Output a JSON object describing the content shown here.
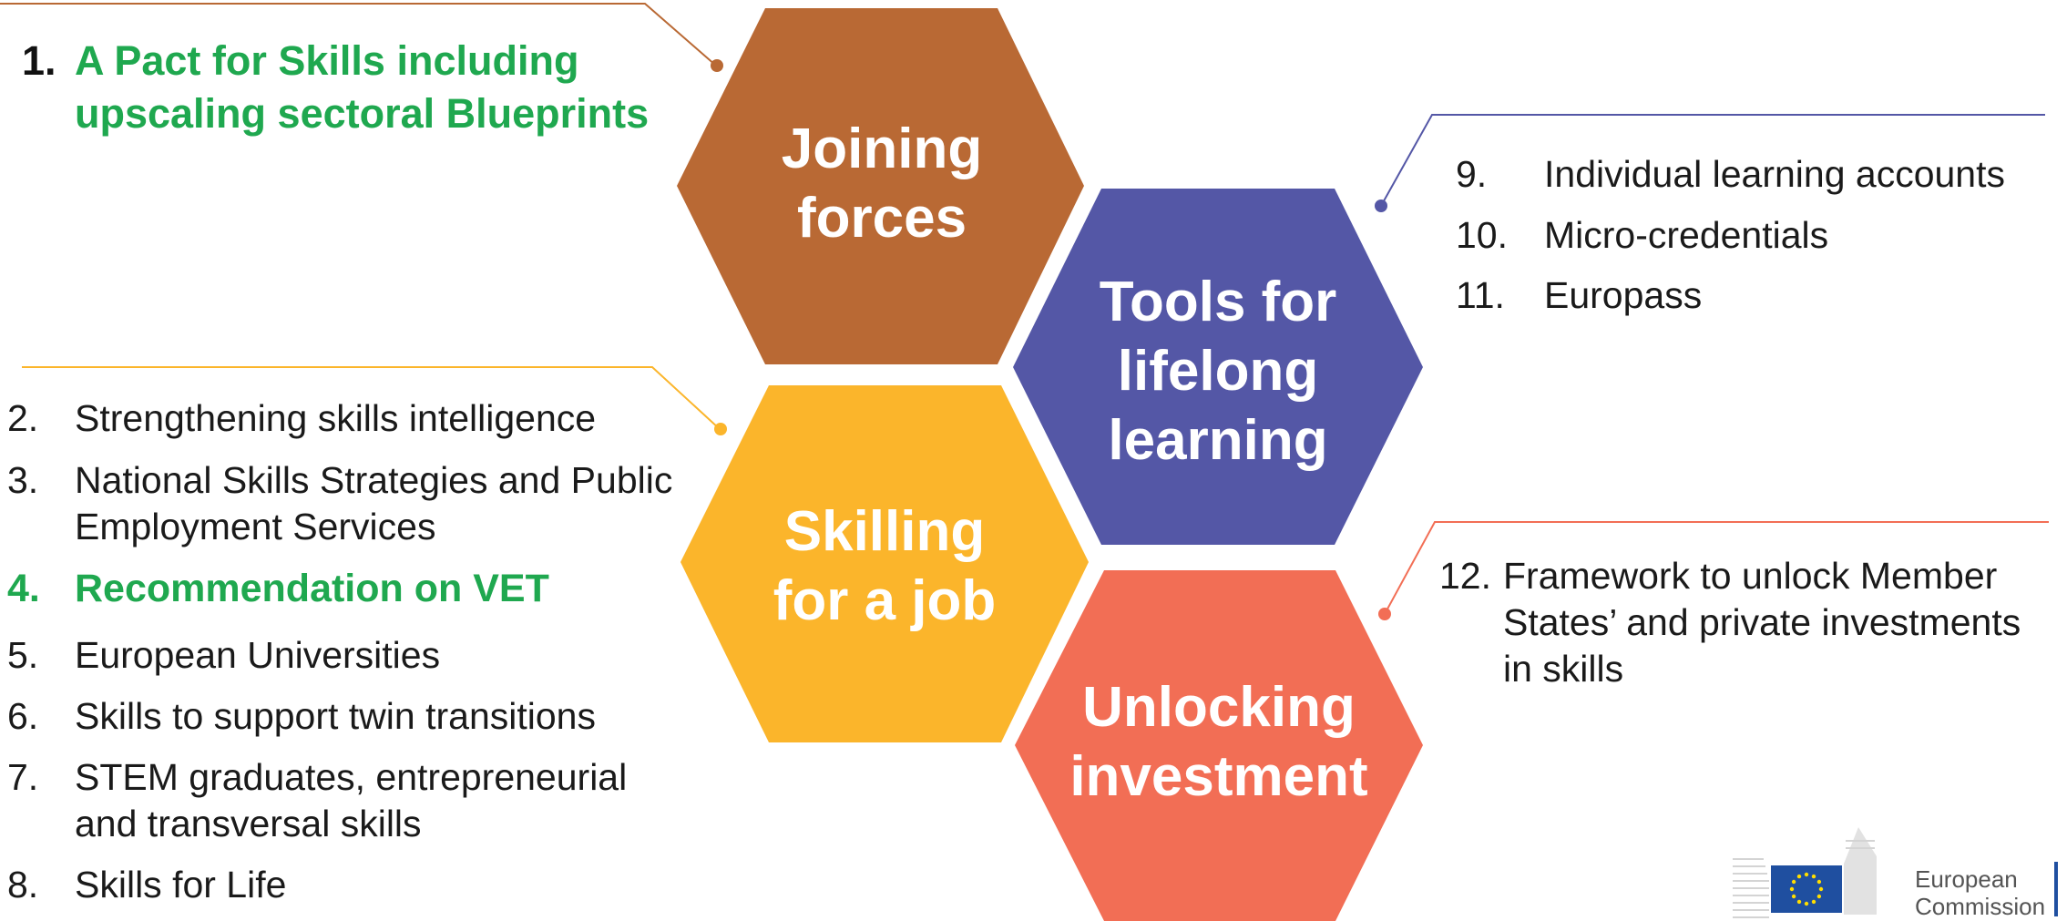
{
  "colors": {
    "joining": "#b96934",
    "tools": "#5457a6",
    "skilling": "#fbb52b",
    "unlocking": "#f26e55",
    "highlight": "#1fa84f",
    "eu_blue": "#1f4fa0",
    "eu_star": "#ffdd00"
  },
  "hexagons": {
    "joining": [
      "Joining",
      "forces"
    ],
    "tools": [
      "Tools for",
      "lifelong",
      "learning"
    ],
    "skilling": [
      "Skilling",
      "for a job"
    ],
    "unlocking": [
      "Unlocking",
      "investment"
    ]
  },
  "pact": {
    "num": "1.",
    "text": "A Pact for Skills including upscaling sectoral Blueprints"
  },
  "left_items": [
    {
      "num": "2.",
      "text": "Strengthening skills intelligence"
    },
    {
      "num": "3.",
      "text": "National Skills Strategies and Public Employment Services"
    },
    {
      "num": "4.",
      "text": "Recommendation on VET"
    },
    {
      "num": "5.",
      "text": "European Universities"
    },
    {
      "num": "6.",
      "text": "Skills to support twin transitions"
    },
    {
      "num": "7.",
      "text": "STEM graduates, entrepreneurial and transversal skills"
    },
    {
      "num": "8.",
      "text": "Skills for Life"
    }
  ],
  "tools_items": [
    {
      "num": "9.",
      "text": "Individual learning accounts"
    },
    {
      "num": "10.",
      "text": "Micro-credentials"
    },
    {
      "num": "11.",
      "text": "Europass"
    }
  ],
  "invest_item": {
    "num": "12.",
    "text": "Framework to unlock Member States’ and private investments in skills"
  },
  "logo": {
    "line1": "European",
    "line2": "Commission"
  }
}
